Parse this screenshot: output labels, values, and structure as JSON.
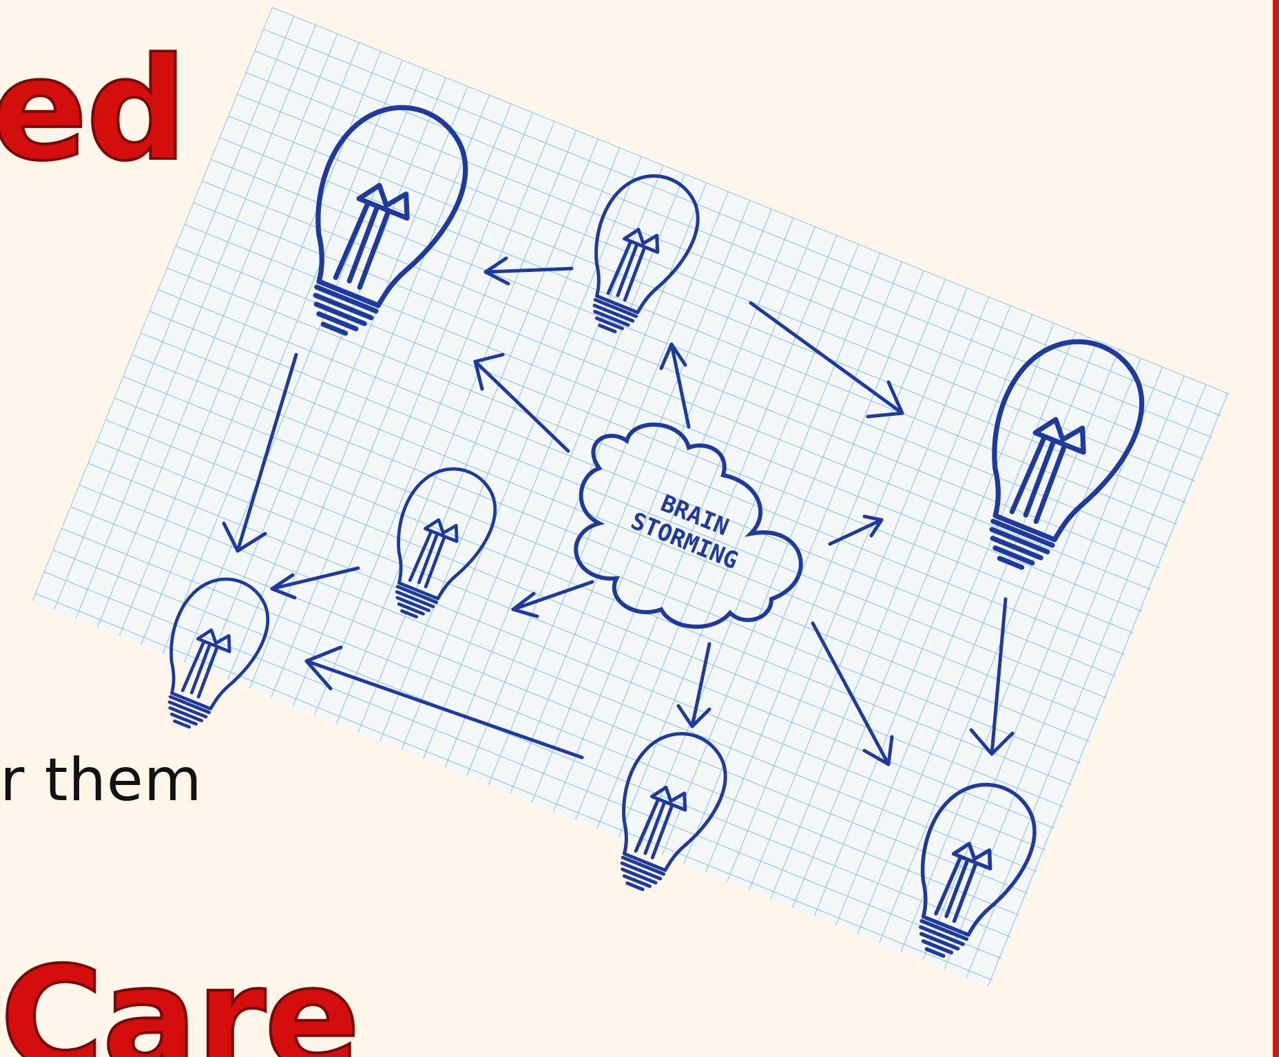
{
  "slide": {
    "headline_fragment": "ed",
    "body_fragment": "r them",
    "footer_fragment": "Care"
  },
  "photo": {
    "caption_line1": "BRAIN",
    "caption_line2": "STORMING"
  },
  "colors": {
    "background": "#fef6e8",
    "accent_red": "#d40e0c",
    "ink_blue": "#1f3a9e",
    "grid_blue": "#8fc3ea",
    "paper": "#f4f7f8"
  }
}
